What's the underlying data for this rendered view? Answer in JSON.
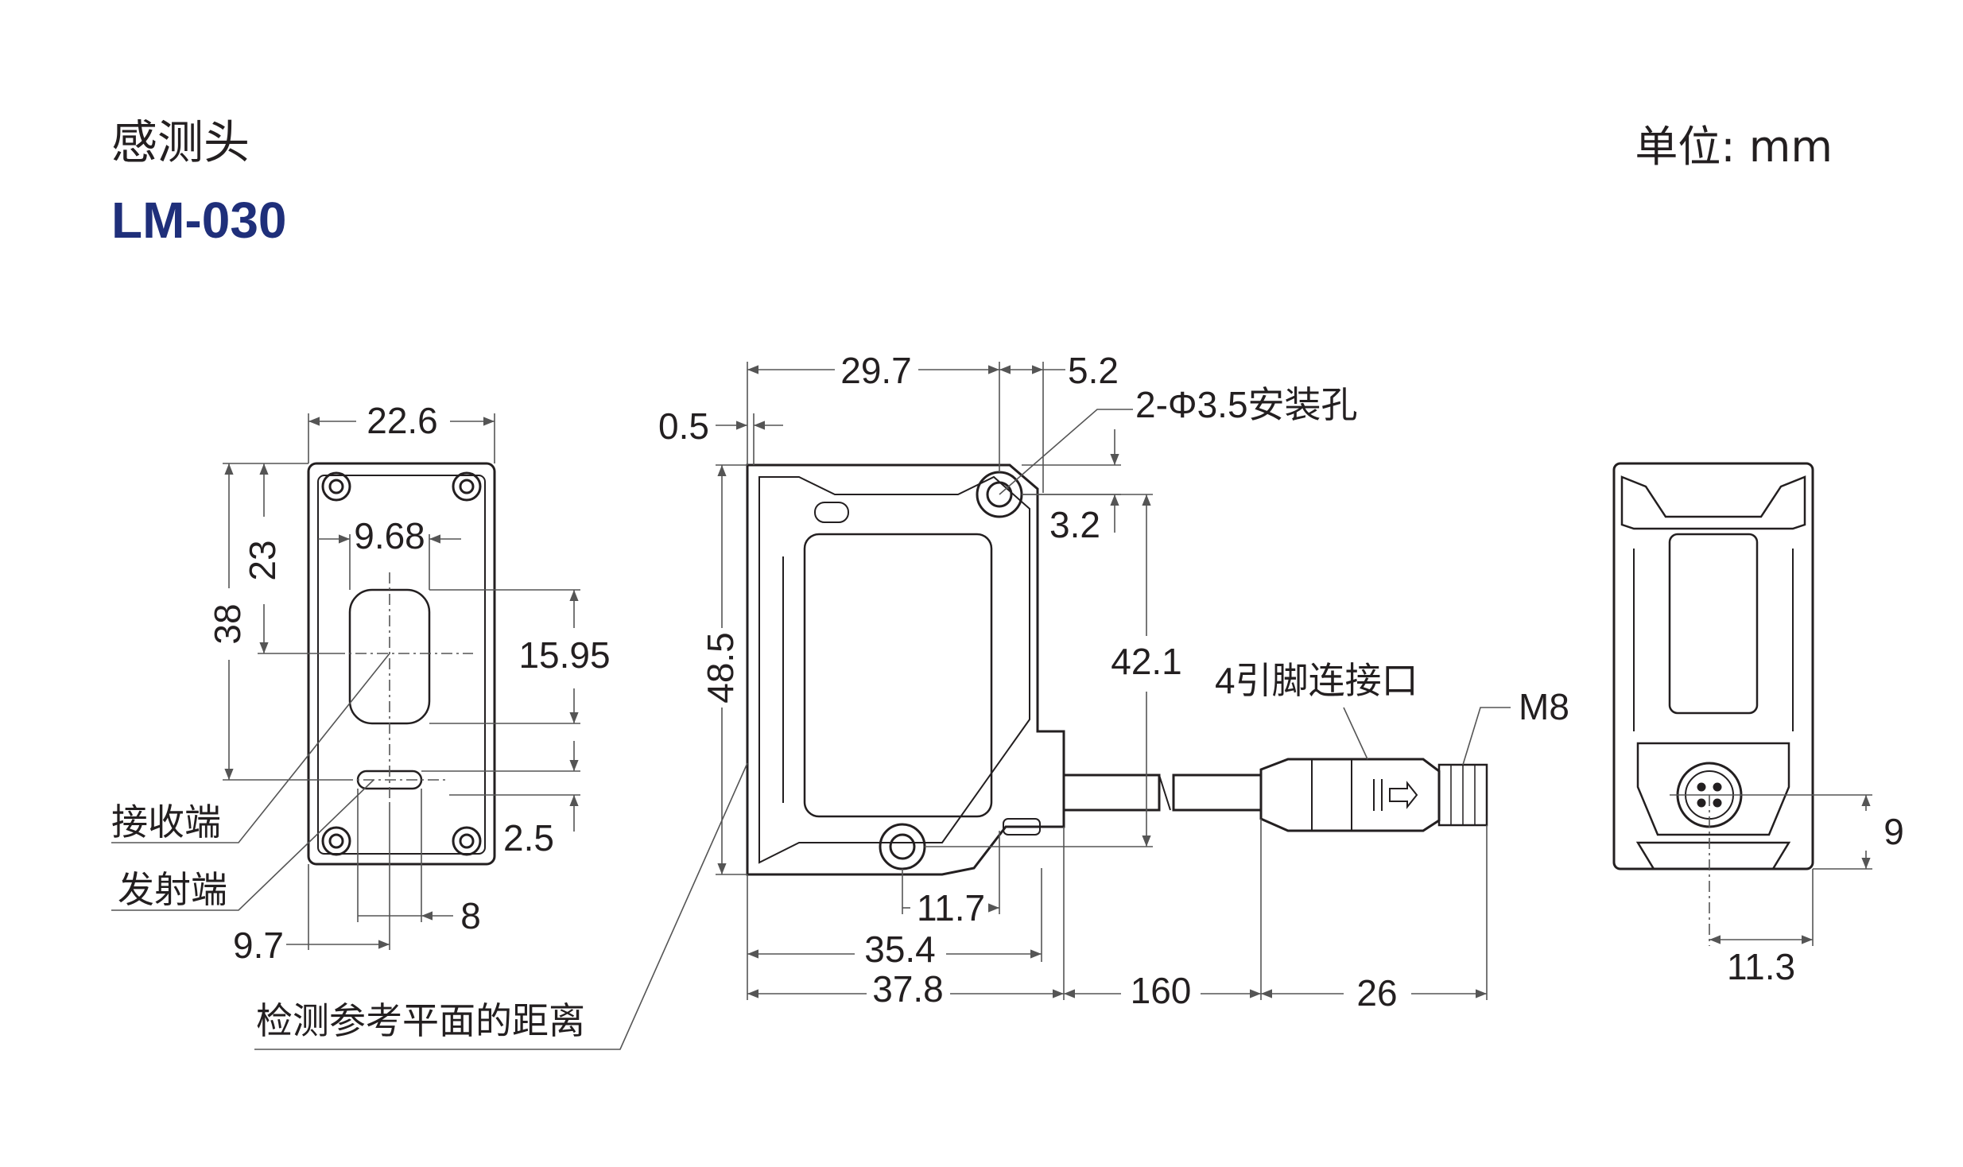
{
  "header": {
    "title": "感测头",
    "model": "LM-030",
    "unit": "单位: mm"
  },
  "colors": {
    "model": "#1f2f7a",
    "line": "#231f20",
    "dim": "#555555"
  },
  "front_view": {
    "dim_width": "22.6",
    "dim_window_offset": "9.68",
    "dim_upper_height": "23",
    "dim_total_height": "38",
    "dim_window_height": "15.95",
    "dim_emitter_offset": "2.5",
    "dim_emitter_width": "8",
    "dim_emitter_pos": "9.7",
    "label_receiver": "接收端",
    "label_emitter": "发射端"
  },
  "side_view": {
    "dim_top_width": "29.7",
    "dim_top_right": "5.2",
    "dim_edge": "0.5",
    "label_holes": "2-Φ3.5安装孔",
    "dim_hole_offset": "3.2",
    "dim_height": "48.5",
    "dim_hole_span": "42.1",
    "dim_bottom_hole": "11.7",
    "dim_body_width": "35.4",
    "dim_total_width": "37.8",
    "dim_cable": "160",
    "dim_connector": "26",
    "label_connector": "4引脚连接口",
    "label_thread": "M8",
    "label_reference": "检测参考平面的距离"
  },
  "rear_view": {
    "dim_connector_height": "9",
    "dim_connector_offset": "11.3"
  }
}
